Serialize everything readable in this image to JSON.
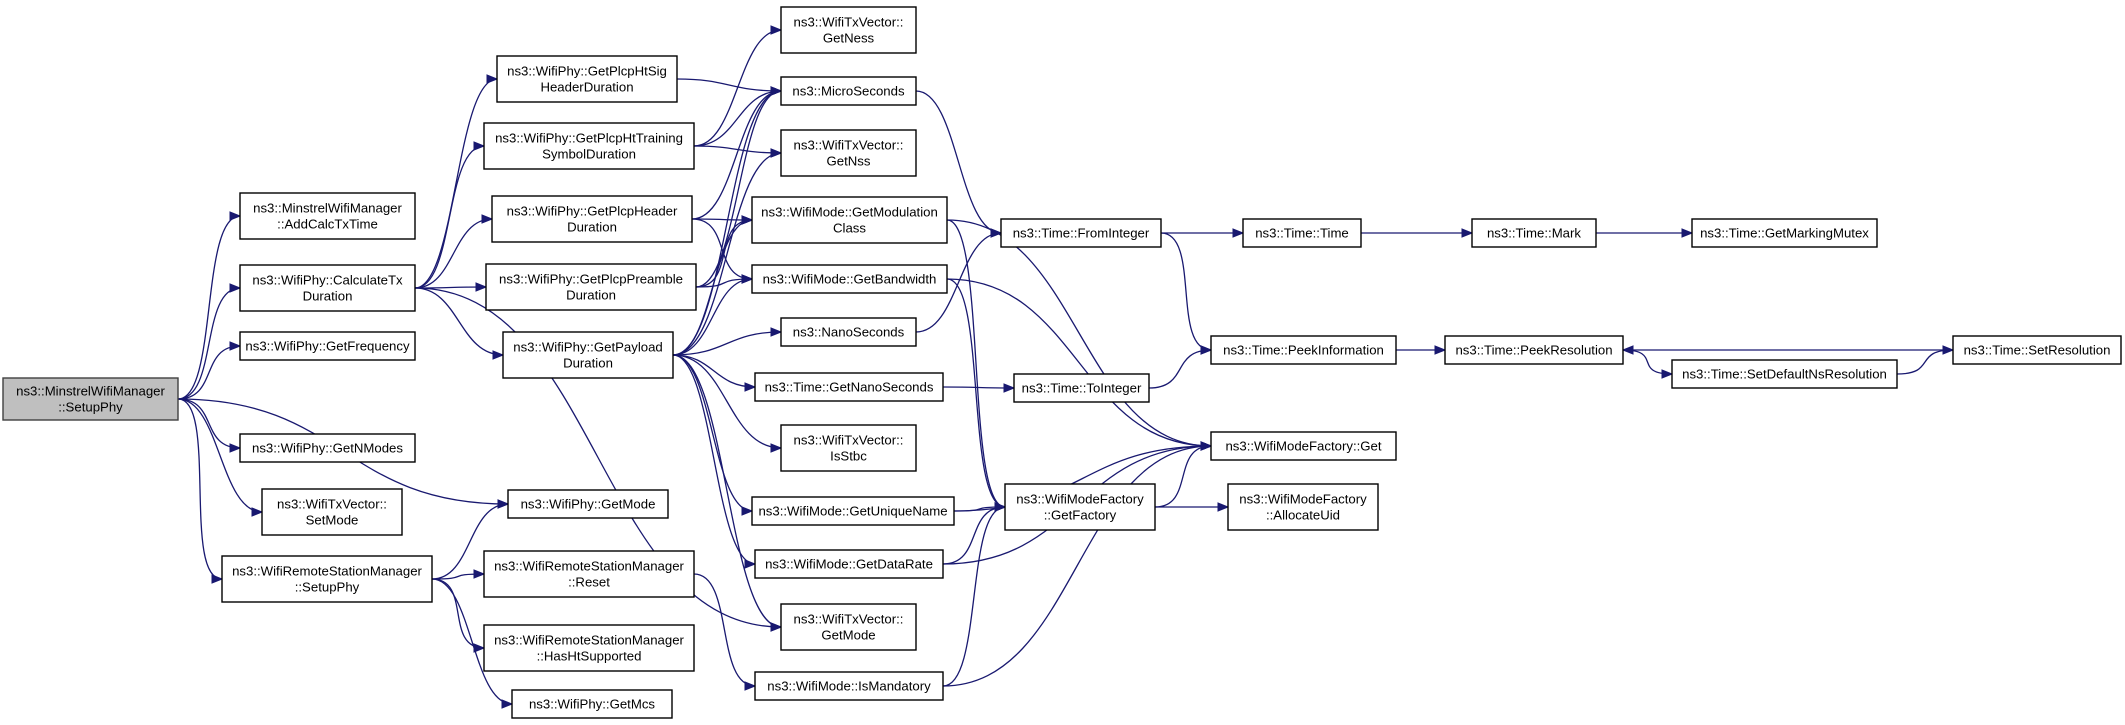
{
  "graph": {
    "colors": {
      "edge": "#191970",
      "root_fill": "#bfbfbf",
      "node_fill": "#ffffff",
      "border": "#000000"
    },
    "nodes": [
      {
        "id": "root",
        "lines": [
          "ns3::MinstrelWifiManager",
          "::SetupPhy"
        ],
        "root": true
      },
      {
        "id": "addcalc",
        "lines": [
          "ns3::MinstrelWifiManager",
          "::AddCalcTxTime"
        ]
      },
      {
        "id": "calctx",
        "lines": [
          "ns3::WifiPhy::CalculateTx",
          "Duration"
        ]
      },
      {
        "id": "getfreq",
        "lines": [
          "ns3::WifiPhy::GetFrequency"
        ]
      },
      {
        "id": "getnmodes",
        "lines": [
          "ns3::WifiPhy::GetNModes"
        ]
      },
      {
        "id": "setmode",
        "lines": [
          "ns3::WifiTxVector::",
          "SetMode"
        ]
      },
      {
        "id": "rssetup",
        "lines": [
          "ns3::WifiRemoteStationManager",
          "::SetupPhy"
        ]
      },
      {
        "id": "htsig",
        "lines": [
          "ns3::WifiPhy::GetPlcpHtSig",
          "HeaderDuration"
        ]
      },
      {
        "id": "httrain",
        "lines": [
          "ns3::WifiPhy::GetPlcpHtTraining",
          "SymbolDuration"
        ]
      },
      {
        "id": "plcphdr",
        "lines": [
          "ns3::WifiPhy::GetPlcpHeader",
          "Duration"
        ]
      },
      {
        "id": "plcppre",
        "lines": [
          "ns3::WifiPhy::GetPlcpPreamble",
          "Duration"
        ]
      },
      {
        "id": "payload",
        "lines": [
          "ns3::WifiPhy::GetPayload",
          "Duration"
        ]
      },
      {
        "id": "phygetmode",
        "lines": [
          "ns3::WifiPhy::GetMode"
        ]
      },
      {
        "id": "reset",
        "lines": [
          "ns3::WifiRemoteStationManager",
          "::Reset"
        ]
      },
      {
        "id": "hasht",
        "lines": [
          "ns3::WifiRemoteStationManager",
          "::HasHtSupported"
        ]
      },
      {
        "id": "getmcs",
        "lines": [
          "ns3::WifiPhy::GetMcs"
        ]
      },
      {
        "id": "getness",
        "lines": [
          "ns3::WifiTxVector::",
          "GetNess"
        ]
      },
      {
        "id": "micro",
        "lines": [
          "ns3::MicroSeconds"
        ]
      },
      {
        "id": "getnss",
        "lines": [
          "ns3::WifiTxVector::",
          "GetNss"
        ]
      },
      {
        "id": "modclass",
        "lines": [
          "ns3::WifiMode::GetModulation",
          "Class"
        ]
      },
      {
        "id": "bandwidth",
        "lines": [
          "ns3::WifiMode::GetBandwidth"
        ]
      },
      {
        "id": "nano",
        "lines": [
          "ns3::NanoSeconds"
        ]
      },
      {
        "id": "getnano",
        "lines": [
          "ns3::Time::GetNanoSeconds"
        ]
      },
      {
        "id": "isstbc",
        "lines": [
          "ns3::WifiTxVector::",
          "IsStbc"
        ]
      },
      {
        "id": "uniquename",
        "lines": [
          "ns3::WifiMode::GetUniqueName"
        ]
      },
      {
        "id": "datarate",
        "lines": [
          "ns3::WifiMode::GetDataRate"
        ]
      },
      {
        "id": "txgetmode",
        "lines": [
          "ns3::WifiTxVector::",
          "GetMode"
        ]
      },
      {
        "id": "ismand",
        "lines": [
          "ns3::WifiMode::IsMandatory"
        ]
      },
      {
        "id": "fromint",
        "lines": [
          "ns3::Time::FromInteger"
        ]
      },
      {
        "id": "toint",
        "lines": [
          "ns3::Time::ToInteger"
        ]
      },
      {
        "id": "getfactory",
        "lines": [
          "ns3::WifiModeFactory",
          "::GetFactory"
        ]
      },
      {
        "id": "timetime",
        "lines": [
          "ns3::Time::Time"
        ]
      },
      {
        "id": "peekinfo",
        "lines": [
          "ns3::Time::PeekInformation"
        ]
      },
      {
        "id": "factget",
        "lines": [
          "ns3::WifiModeFactory::Get"
        ]
      },
      {
        "id": "allocuid",
        "lines": [
          "ns3::WifiModeFactory",
          "::AllocateUid"
        ]
      },
      {
        "id": "mark",
        "lines": [
          "ns3::Time::Mark"
        ]
      },
      {
        "id": "peekres",
        "lines": [
          "ns3::Time::PeekResolution"
        ]
      },
      {
        "id": "setdefns",
        "lines": [
          "ns3::Time::SetDefaultNsResolution"
        ]
      },
      {
        "id": "markmutex",
        "lines": [
          "ns3::Time::GetMarkingMutex"
        ]
      },
      {
        "id": "setres",
        "lines": [
          "ns3::Time::SetResolution"
        ]
      }
    ],
    "edges": [
      [
        "root",
        "addcalc"
      ],
      [
        "root",
        "calctx"
      ],
      [
        "root",
        "getfreq"
      ],
      [
        "root",
        "getnmodes"
      ],
      [
        "root",
        "setmode"
      ],
      [
        "root",
        "rssetup"
      ],
      [
        "root",
        "phygetmode"
      ],
      [
        "calctx",
        "htsig"
      ],
      [
        "calctx",
        "httrain"
      ],
      [
        "calctx",
        "plcphdr"
      ],
      [
        "calctx",
        "plcppre"
      ],
      [
        "calctx",
        "payload"
      ],
      [
        "calctx",
        "txgetmode"
      ],
      [
        "htsig",
        "micro"
      ],
      [
        "httrain",
        "getness"
      ],
      [
        "httrain",
        "micro"
      ],
      [
        "httrain",
        "getnss"
      ],
      [
        "plcphdr",
        "micro"
      ],
      [
        "plcphdr",
        "modclass"
      ],
      [
        "plcphdr",
        "bandwidth"
      ],
      [
        "plcppre",
        "micro"
      ],
      [
        "plcppre",
        "modclass"
      ],
      [
        "plcppre",
        "bandwidth"
      ],
      [
        "payload",
        "micro"
      ],
      [
        "payload",
        "getnss"
      ],
      [
        "payload",
        "modclass"
      ],
      [
        "payload",
        "bandwidth"
      ],
      [
        "payload",
        "nano"
      ],
      [
        "payload",
        "getnano"
      ],
      [
        "payload",
        "isstbc"
      ],
      [
        "payload",
        "uniquename"
      ],
      [
        "payload",
        "datarate"
      ],
      [
        "payload",
        "txgetmode"
      ],
      [
        "rssetup",
        "phygetmode"
      ],
      [
        "rssetup",
        "reset"
      ],
      [
        "rssetup",
        "hasht"
      ],
      [
        "rssetup",
        "getmcs"
      ],
      [
        "reset",
        "ismand"
      ],
      [
        "micro",
        "fromint"
      ],
      [
        "nano",
        "fromint"
      ],
      [
        "getnano",
        "toint"
      ],
      [
        "modclass",
        "factget"
      ],
      [
        "modclass",
        "getfactory"
      ],
      [
        "bandwidth",
        "factget"
      ],
      [
        "bandwidth",
        "getfactory"
      ],
      [
        "uniquename",
        "factget"
      ],
      [
        "uniquename",
        "getfactory"
      ],
      [
        "datarate",
        "factget"
      ],
      [
        "datarate",
        "getfactory"
      ],
      [
        "ismand",
        "getfactory"
      ],
      [
        "ismand",
        "factget"
      ],
      [
        "fromint",
        "timetime"
      ],
      [
        "fromint",
        "peekinfo"
      ],
      [
        "toint",
        "peekinfo"
      ],
      [
        "getfactory",
        "factget"
      ],
      [
        "getfactory",
        "allocuid"
      ],
      [
        "timetime",
        "mark"
      ],
      [
        "mark",
        "markmutex"
      ],
      [
        "peekinfo",
        "peekres"
      ],
      [
        "peekres",
        "setdefns"
      ],
      [
        "setdefns",
        "setres"
      ],
      [
        "setres",
        "peekres"
      ]
    ]
  }
}
